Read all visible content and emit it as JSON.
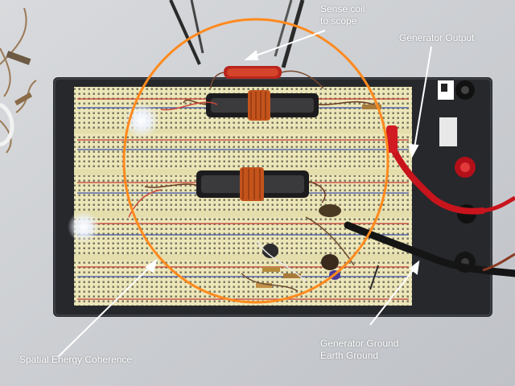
{
  "annotations": {
    "sense_coil": [
      "Sense coil",
      "to scope"
    ],
    "generator_output": "Generator Output",
    "spatial": "Spatial Energy Coherence",
    "generator_ground": [
      "Generator Ground",
      "Earth Ground"
    ]
  },
  "colors": {
    "background": "#cdd0d5",
    "board_frame": "#26282c",
    "breadboard": "#ece6b8",
    "circle": "#ff8a1e",
    "annotation_text": "#ffffff",
    "coil_copper": "#c4541c",
    "clip_red": "#c8141c"
  }
}
